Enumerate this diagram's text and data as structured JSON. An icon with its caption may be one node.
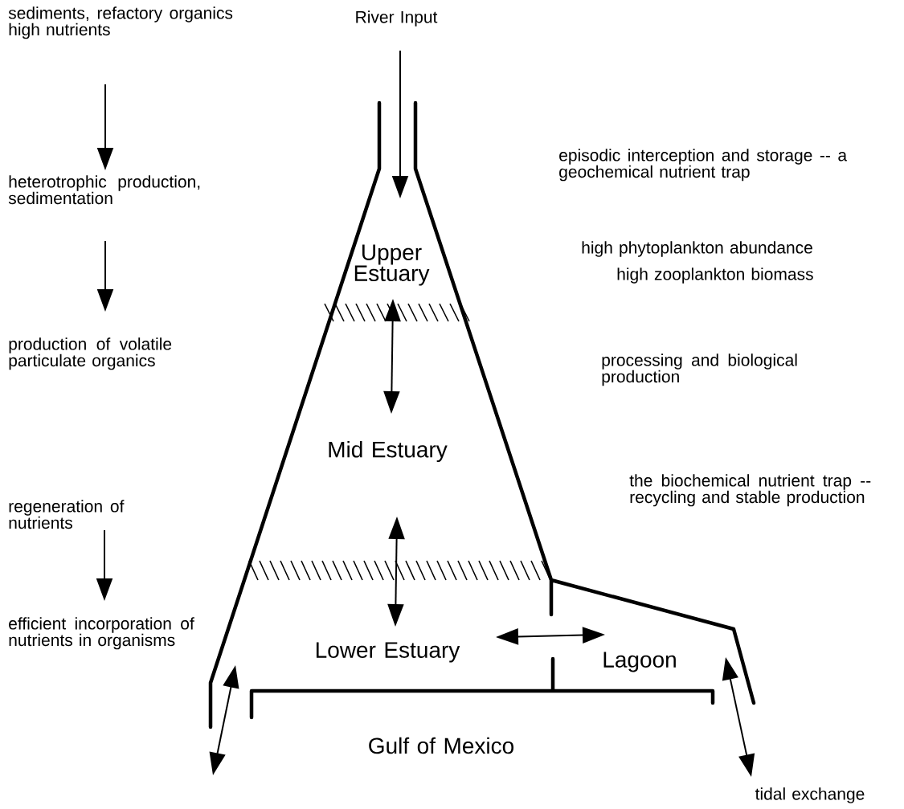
{
  "diagram": {
    "nodes": [
      {
        "text": [
          "sediments, refactory organics high nutrients"
        ]
      },
      {
        "text": [
          "heterotrophic production, sedimentation"
        ]
      },
      {
        "text": [
          "production of volatile particulate organics"
        ]
      },
      {
        "text": [
          "regeneration of nutrients"
        ]
      },
      {
        "text": [
          "efficient incorporation of nutrients in organisms"
        ]
      },
      {
        "text": [
          "River Input"
        ]
      },
      {
        "text": [
          "Upper Estuary"
        ]
      },
      {
        "text": [
          "Mid Estuary"
        ]
      },
      {
        "text": [
          "Lower Estuary"
        ]
      },
      {
        "text": [
          "Lagoon"
        ]
      },
      {
        "text": [
          "Gulf of Mexico"
        ]
      }
    ],
    "edges": [
      {
        "from": 0,
        "to": 1,
        "arrow": "to"
      },
      {
        "from": 1,
        "to": 2,
        "arrow": "to"
      },
      {
        "from": 3,
        "to": 4,
        "arrow": "to"
      },
      {
        "from": 5,
        "to": 6,
        "arrow": "to"
      },
      {
        "from": 6,
        "to": 7,
        "arrow": "both"
      },
      {
        "from": 7,
        "to": 8,
        "arrow": "both"
      },
      {
        "from": 8,
        "to": 9,
        "arrow": "both"
      }
    ],
    "labels": [
      "episodic interception and storage -- a geochemical nutrient trap",
      "high phytoplankton abundance",
      "high zooplankton biomass",
      "processing and biological production",
      "the biochemical nutrient trap -- recycling and stable production",
      "tidal exchange"
    ]
  }
}
